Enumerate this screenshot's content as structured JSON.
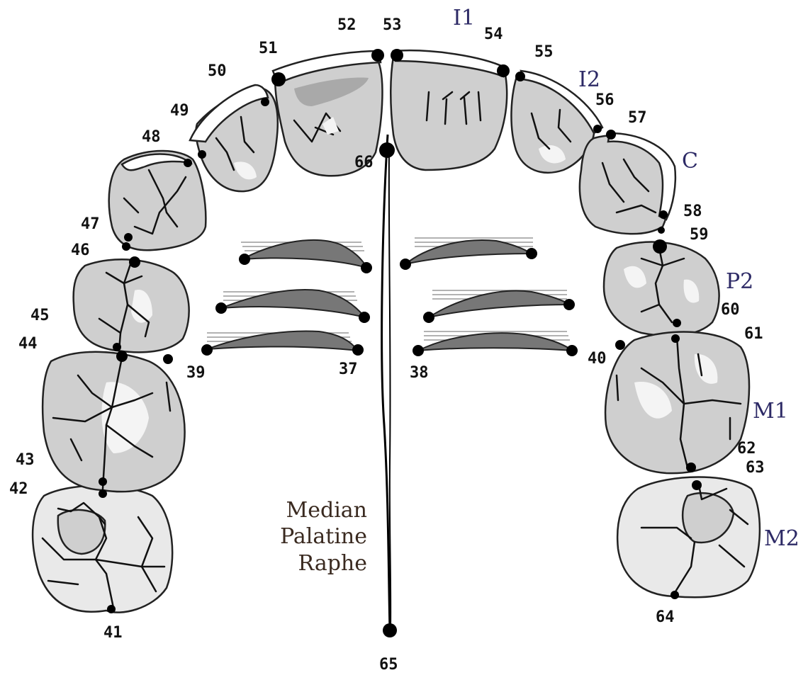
{
  "tooth_labels": {
    "i1": "I1",
    "i2": "I2",
    "c": "C",
    "p2": "P2",
    "m1": "M1",
    "m2": "M2"
  },
  "raphe_label": {
    "line1": "Median",
    "line2": "Palatine",
    "line3": "Raphe"
  },
  "landmarks": {
    "n37": "37",
    "n38": "38",
    "n39": "39",
    "n40": "40",
    "n41": "41",
    "n42": "42",
    "n43": "43",
    "n44": "44",
    "n45": "45",
    "n46": "46",
    "n47": "47",
    "n48": "48",
    "n49": "49",
    "n50": "50",
    "n51": "51",
    "n52": "52",
    "n53": "53",
    "n54": "54",
    "n55": "55",
    "n56": "56",
    "n57": "57",
    "n58": "58",
    "n59": "59",
    "n60": "60",
    "n61": "61",
    "n62": "62",
    "n63": "63",
    "n64": "64",
    "n65": "65",
    "n66": "66"
  }
}
